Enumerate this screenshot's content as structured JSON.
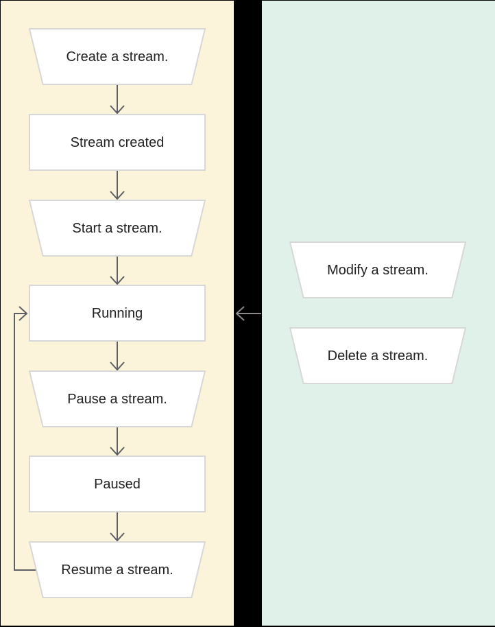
{
  "diagram": {
    "title_hint": "Stream lifecycle flowchart",
    "left_panel": {
      "name": "stream-lifecycle-panel",
      "nodes": [
        {
          "label": "Create a stream.",
          "shape": "trapezoid"
        },
        {
          "label": "Stream created",
          "shape": "rect"
        },
        {
          "label": "Start a stream.",
          "shape": "trapezoid"
        },
        {
          "label": "Running",
          "shape": "rect"
        },
        {
          "label": "Pause a stream.",
          "shape": "trapezoid"
        },
        {
          "label": "Paused",
          "shape": "rect"
        },
        {
          "label": "Resume a stream.",
          "shape": "trapezoid"
        }
      ]
    },
    "right_panel": {
      "name": "stream-actions-panel",
      "nodes": [
        {
          "label": "Modify a stream.",
          "shape": "trapezoid"
        },
        {
          "label": "Delete a stream.",
          "shape": "trapezoid"
        }
      ]
    },
    "edges": [
      {
        "from": "Create a stream.",
        "to": "Stream created",
        "type": "down-arrow"
      },
      {
        "from": "Stream created",
        "to": "Start a stream.",
        "type": "down-arrow"
      },
      {
        "from": "Start a stream.",
        "to": "Running",
        "type": "down-arrow"
      },
      {
        "from": "Running",
        "to": "Pause a stream.",
        "type": "down-arrow"
      },
      {
        "from": "Pause a stream.",
        "to": "Paused",
        "type": "down-arrow"
      },
      {
        "from": "Paused",
        "to": "Resume a stream.",
        "type": "down-arrow"
      },
      {
        "from": "Resume a stream.",
        "to": "Running",
        "type": "loop-left-side"
      },
      {
        "from": "right-panel",
        "to": "Running",
        "type": "left-arrow-across-divider"
      }
    ]
  },
  "colors": {
    "left_panel_bg": "#fbf3da",
    "right_panel_bg": "#e0f1e9",
    "divider_bg": "#000000",
    "node_fill": "#ffffff",
    "node_border": "#d6d8d8",
    "arrow": "#5c5f63",
    "divider_arrow": "#8b8b8b",
    "text": "#212121"
  }
}
